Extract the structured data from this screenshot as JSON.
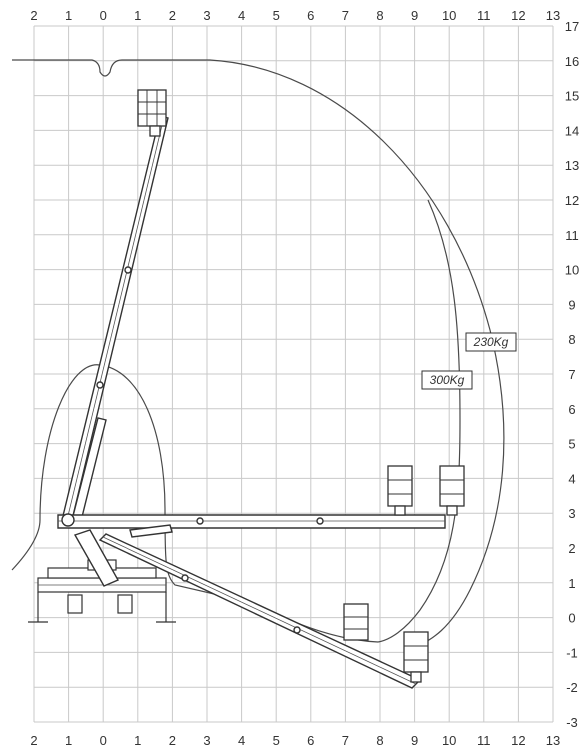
{
  "diagram": {
    "x_axis": {
      "min": -2,
      "max": 13,
      "step": 1,
      "labels": [
        "2",
        "1",
        "0",
        "1",
        "2",
        "3",
        "4",
        "5",
        "6",
        "7",
        "8",
        "9",
        "10",
        "11",
        "12",
        "13"
      ]
    },
    "y_axis": {
      "min": -3,
      "max": 17,
      "step": 1
    },
    "grid": true,
    "load_labels": {
      "outer": "230Kg",
      "inner": "300Kg"
    },
    "outer_envelope_max_height": 16,
    "outer_envelope_max_outreach": 11,
    "inner_envelope_max_outreach": 10
  }
}
